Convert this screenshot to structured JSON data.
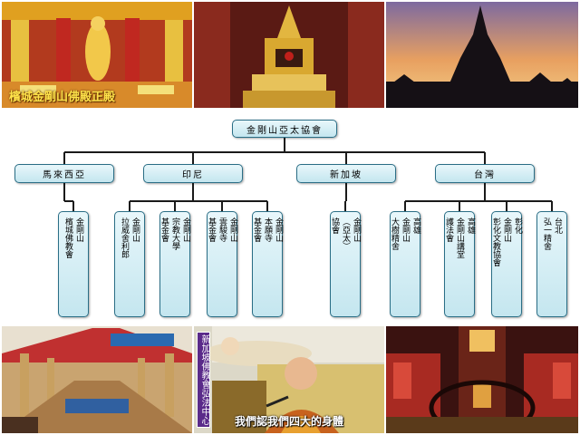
{
  "photos": {
    "top_left_caption": "檳城金剛山佛殿正殿",
    "bottom_mid_banner": "新加坡佛教會弘法中心",
    "bottom_mid_caption": "我們認我們四大的身體"
  },
  "org_chart": {
    "root": "金剛山亞太協會",
    "regions": [
      {
        "name": "馬來西亞",
        "orgs": [
          [
            "金剛山",
            "檳城佛教會"
          ]
        ]
      },
      {
        "name": "印尼",
        "orgs": [
          [
            "金剛山",
            "拉威舍利郎"
          ],
          [
            "金剛山",
            "宗教大學",
            "基金會"
          ],
          [
            "金剛山",
            "雲駿寺",
            "基金會"
          ],
          [
            "金剛山",
            "本願寺",
            "基金會"
          ]
        ]
      },
      {
        "name": "新加坡",
        "orgs": [
          [
            "金剛山",
            "（亞太）",
            "協會"
          ]
        ]
      },
      {
        "name": "台灣",
        "orgs": [
          [
            "高雄",
            "金剛山",
            "大樹精舍"
          ],
          [
            "高雄",
            "金剛山講堂",
            "護法會"
          ],
          [
            "彰化",
            "金剛山",
            "彰化文教協會"
          ],
          [
            "台北",
            "弘一精舍"
          ]
        ]
      }
    ]
  },
  "colors": {
    "box_border": "#2a6e86",
    "connector": "#1a1a1a",
    "caption_gold": "#ffe34a"
  }
}
